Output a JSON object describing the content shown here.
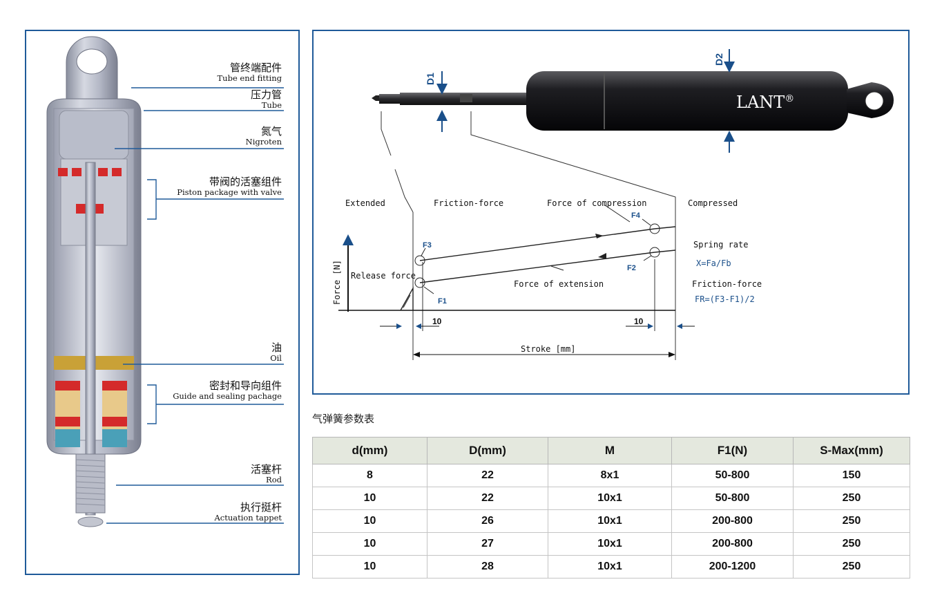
{
  "labels": [
    {
      "cn": "管终端配件",
      "en": "Tube end fitting"
    },
    {
      "cn": "压力管",
      "en": "Tube"
    },
    {
      "cn": "氮气",
      "en": "Nigroten"
    },
    {
      "cn": "带阀的活塞组件",
      "en": "Piston package with valve"
    },
    {
      "cn": "油",
      "en": "Oil"
    },
    {
      "cn": "密封和导向组件",
      "en": "Guide and sealing pachage"
    },
    {
      "cn": "活塞杆",
      "en": "Rod"
    },
    {
      "cn": "执行挺杆",
      "en": "Actuation tappet"
    }
  ],
  "diagram": {
    "brand": "LANT",
    "brand_mark": "®",
    "d1": "D1",
    "d2": "D2",
    "extended": "Extended",
    "friction_force": "Friction-force",
    "force_of_compression": "Force of compression",
    "compressed": "Compressed",
    "spring_rate": "Spring rate",
    "spring_formula": "X=Fa/Fb",
    "friction_force_right": "Friction-force",
    "friction_formula": "FR=(F3-F1)/2",
    "release_force": "Release force",
    "force_axis": "Force [N]",
    "force_of_extension": "Force of extension",
    "f1": "F1",
    "f2": "F2",
    "f3": "F3",
    "f4": "F4",
    "dim_left": "10",
    "dim_right": "10",
    "stroke": "Stroke [mm]"
  },
  "table": {
    "caption": "气弹簧参数表",
    "headers": [
      "d(mm)",
      "D(mm)",
      "M",
      "F1(N)",
      "S-Max(mm)"
    ],
    "rows": [
      [
        "8",
        "22",
        "8x1",
        "50-800",
        "150"
      ],
      [
        "10",
        "22",
        "10x1",
        "50-800",
        "250"
      ],
      [
        "10",
        "26",
        "10x1",
        "200-800",
        "250"
      ],
      [
        "10",
        "27",
        "10x1",
        "200-800",
        "250"
      ],
      [
        "10",
        "28",
        "10x1",
        "200-1200",
        "250"
      ]
    ]
  }
}
